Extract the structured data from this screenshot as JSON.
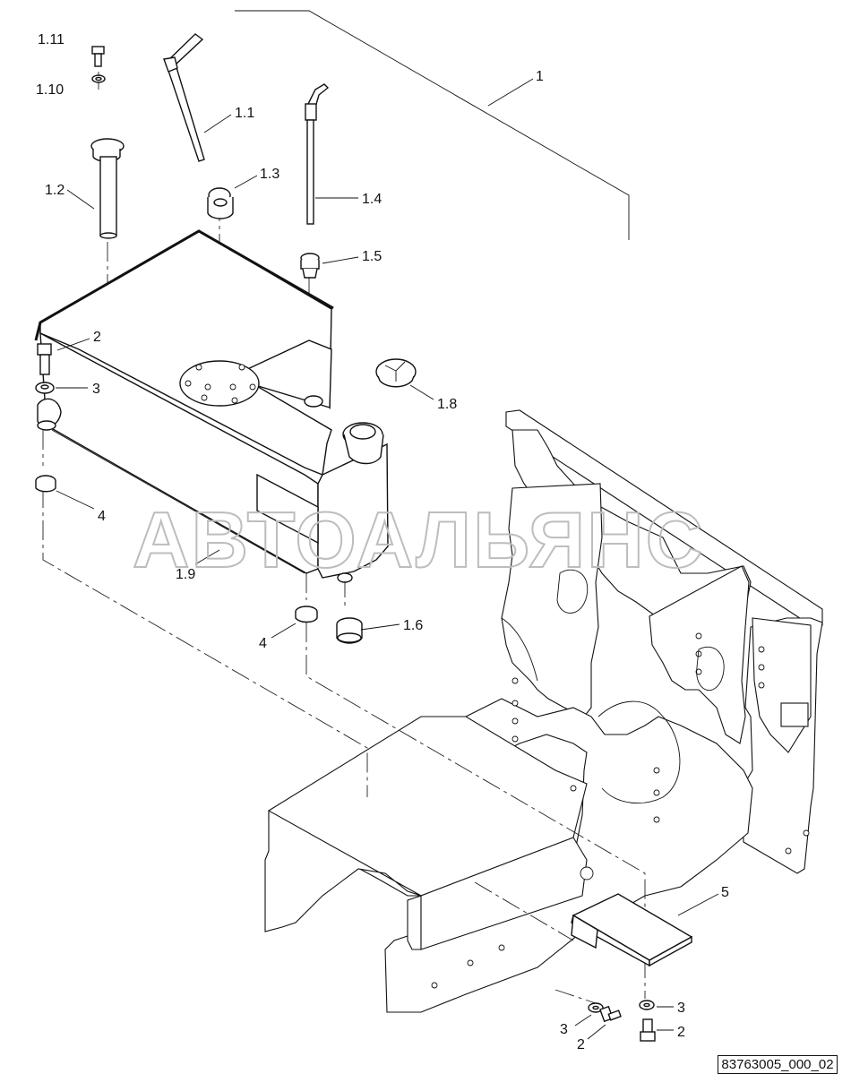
{
  "labels": {
    "l_1": "1",
    "l_1_1": "1.1",
    "l_1_2": "1.2",
    "l_1_3": "1.3",
    "l_1_4": "1.4",
    "l_1_5": "1.5",
    "l_1_6": "1.6",
    "l_1_8": "1.8",
    "l_1_9": "1.9",
    "l_1_10": "1.10",
    "l_1_11": "1.11",
    "l_2_tank": "2",
    "l_3_tank": "3",
    "l_4_left": "4",
    "l_4_bottom": "4",
    "l_5": "5",
    "l_3_bl": "3",
    "l_2_bl": "2",
    "l_3_br": "3",
    "l_2_br": "2"
  },
  "watermark": "АВТОАЛЬЯНС",
  "drawing_code": "83763005_000_02"
}
